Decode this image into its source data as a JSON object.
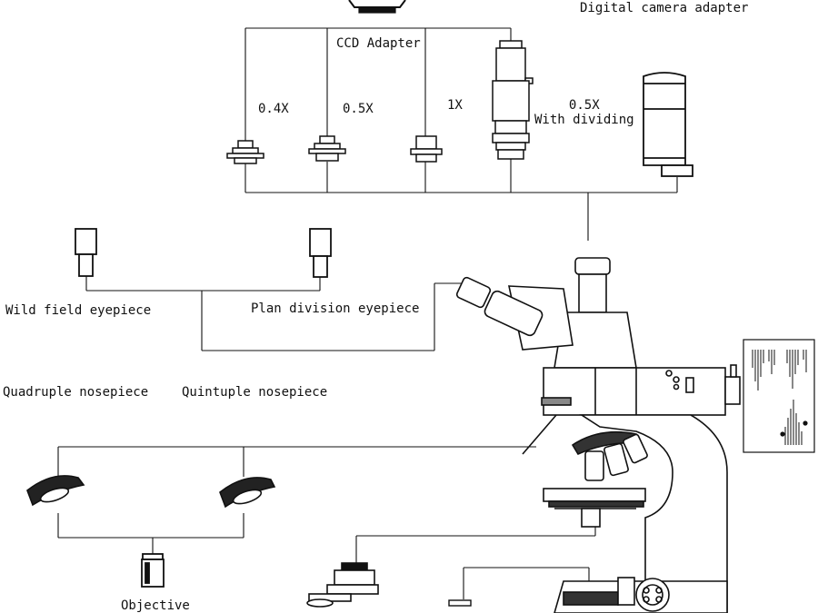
{
  "labels": {
    "digital_camera_adapter": "Digital camera adapter",
    "ccd_adapter": "CCD Adapter",
    "adapter_04x": "0.4X",
    "adapter_05x": "0.5X",
    "adapter_1x": "1X",
    "adapter_05x_dividing": "0.5X\nWith dividing",
    "wild_field_eyepiece": "Wild field eyepiece",
    "plan_division_eyepiece": "Plan division eyepiece",
    "quadruple_nosepiece": "Quadruple nosepiece",
    "quintuple_nosepiece": "Quintuple nosepiece",
    "objective": "Objective"
  },
  "colors": {
    "line": "#111111",
    "fill": "#ffffff",
    "shade": "#bbbbbb"
  }
}
